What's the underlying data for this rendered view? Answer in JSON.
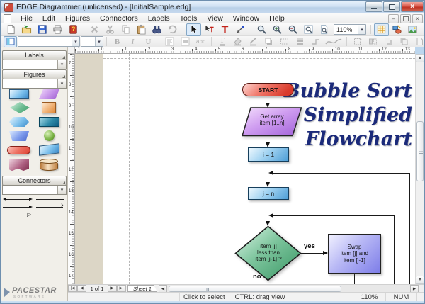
{
  "window": {
    "title": "EDGE Diagrammer (unlicensed) - [InitialSample.edg]"
  },
  "menubar": {
    "items": [
      "File",
      "Edit",
      "Figures",
      "Connectors",
      "Labels",
      "Tools",
      "View",
      "Window",
      "Help"
    ]
  },
  "toolbar": {
    "zoom_value": "110%"
  },
  "format": {
    "bold": "B",
    "italic": "I",
    "underline": "U",
    "abc": "abc",
    "t": "T"
  },
  "glyphs": {
    "dropdown": "▾",
    "up": "▲",
    "down": "▼",
    "left": "◀",
    "right": "▶",
    "nav_first": "|◀",
    "nav_prev": "◀",
    "nav_next": "▶",
    "nav_last": "▶|",
    "help_q": "?",
    "open_arrow": "›",
    "hollow_arrow": "▷",
    "close": "×"
  },
  "sidebar": {
    "labels_header": "Labels",
    "figures_header": "Figures",
    "connectors_header": "Connectors",
    "logo_top": "PACESTAR",
    "logo_bottom": "SOFTWARE"
  },
  "canvas": {
    "ruler_h_numbers": [
      "1",
      "0",
      "1",
      "2",
      "3",
      "4",
      "5",
      "6",
      "7",
      "8",
      "9",
      "10",
      "11",
      "12",
      "13"
    ],
    "ruler_v_numbers": [
      "7",
      "8",
      "9",
      "10",
      "11",
      "12",
      "13",
      "14",
      "15",
      "16",
      "17"
    ]
  },
  "diagram": {
    "title": {
      "lines": [
        "Bubble Sort",
        "Simplified",
        "Flowchart"
      ],
      "color": "#1b2a7a"
    },
    "nodes": {
      "start": {
        "label": "START"
      },
      "input": {
        "lines": [
          "Get array",
          "item [1..n]"
        ]
      },
      "init_i": {
        "label": "i = 1"
      },
      "init_j": {
        "label": "j = n"
      },
      "decision": {
        "lines": [
          "item [j]",
          "less than",
          "item [j-1] ?"
        ]
      },
      "swap": {
        "lines": [
          "Swap",
          "item [j] and",
          "item [j-1]"
        ]
      }
    },
    "labels": {
      "yes": "yes",
      "no": "no"
    }
  },
  "sheet_nav": {
    "page": "1 of 1",
    "tab": "Sheet 1"
  },
  "statusbar": {
    "hint_left": "Click to select",
    "hint_right": "CTRL: drag view",
    "zoom": "110%",
    "num": "NUM"
  }
}
